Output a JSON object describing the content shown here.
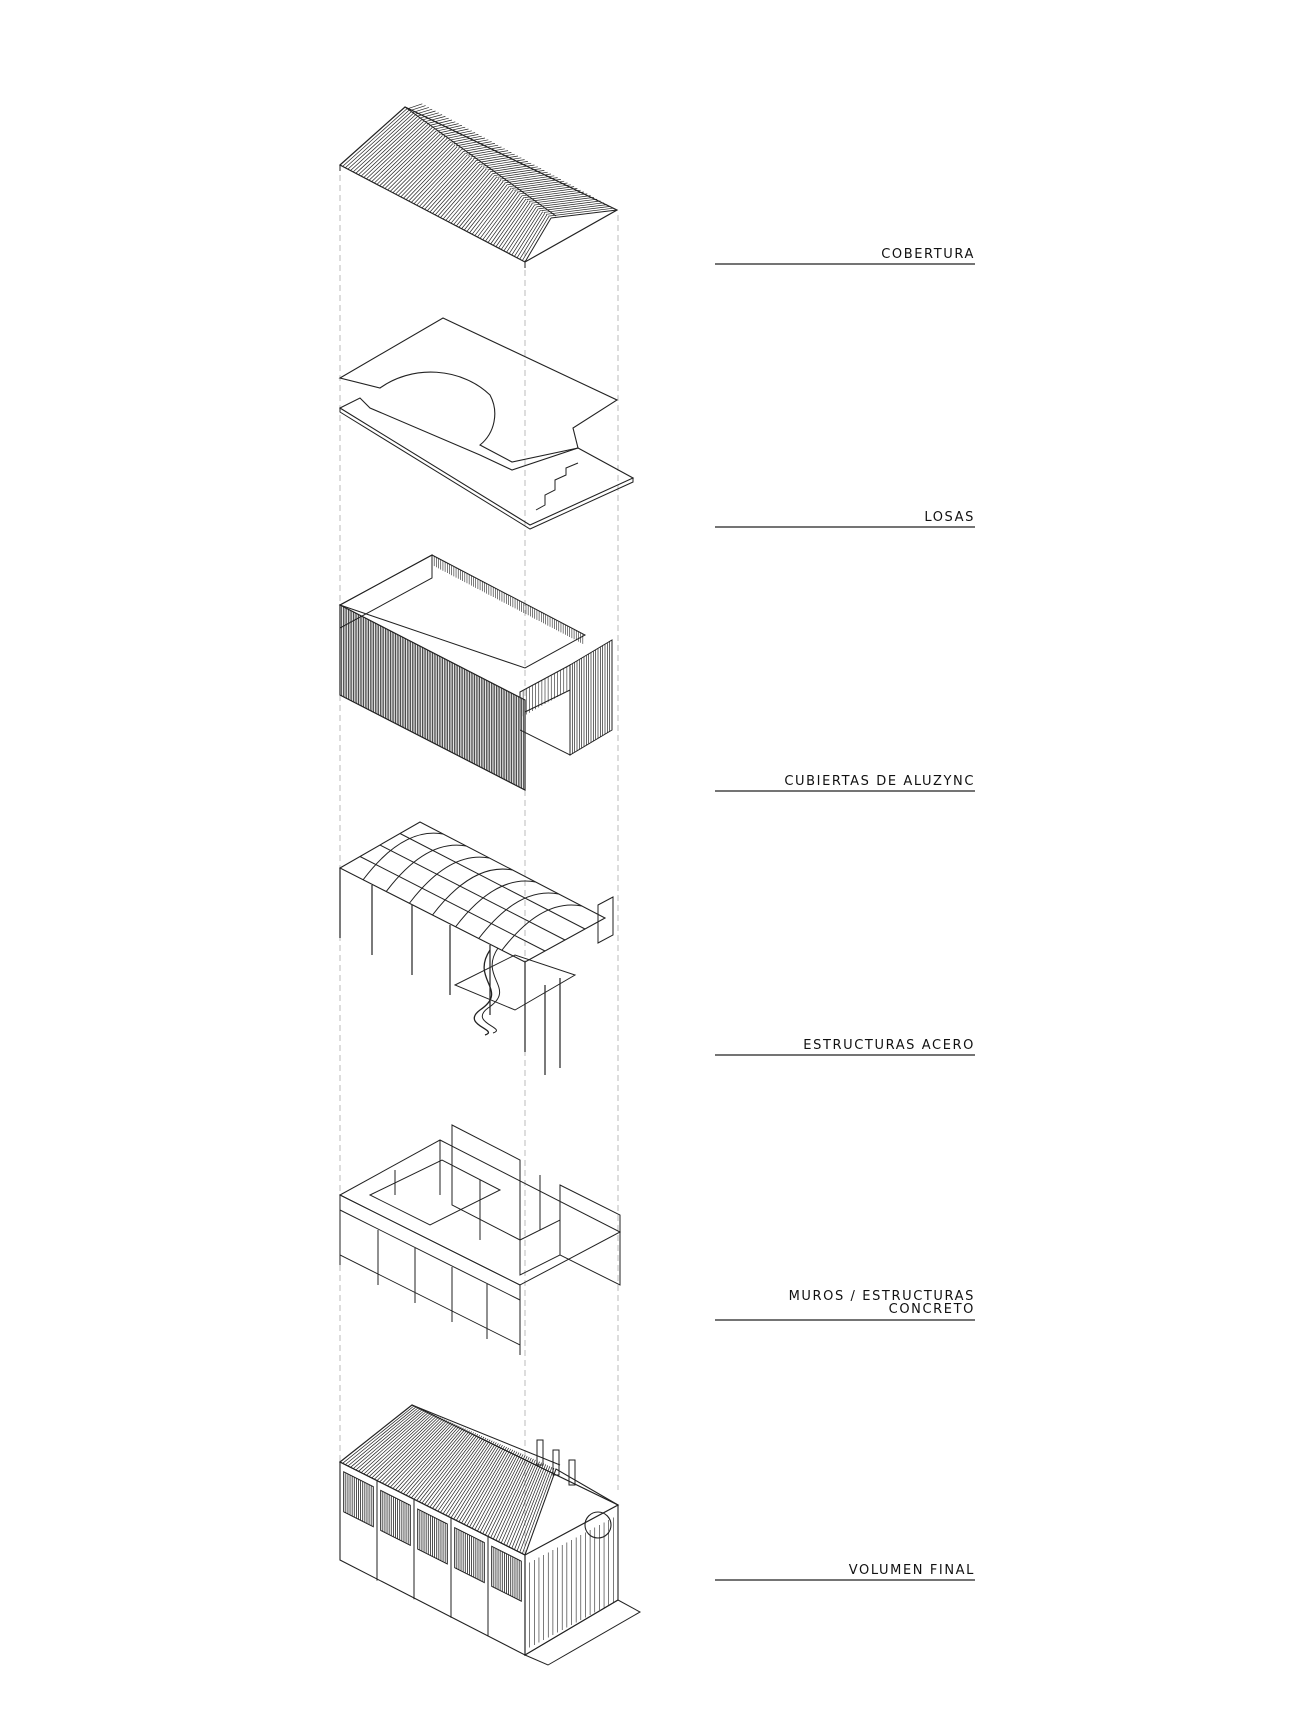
{
  "diagram": {
    "layers": [
      {
        "id": "cobertura",
        "label_lines": [
          "COBERTURA"
        ]
      },
      {
        "id": "losas",
        "label_lines": [
          "LOSAS"
        ]
      },
      {
        "id": "cubiertas",
        "label_lines": [
          "CUBIERTAS DE ALUZYNC"
        ]
      },
      {
        "id": "estructuras-acero",
        "label_lines": [
          "ESTRUCTURAS ACERO"
        ]
      },
      {
        "id": "muros",
        "label_lines": [
          "MUROS / ESTRUCTURAS",
          "CONCRETO"
        ]
      },
      {
        "id": "volumen-final",
        "label_lines": [
          "VOLUMEN FINAL"
        ]
      }
    ],
    "colors": {
      "line": "#222222",
      "guide": "#bbbbbb",
      "background": "#ffffff"
    }
  }
}
